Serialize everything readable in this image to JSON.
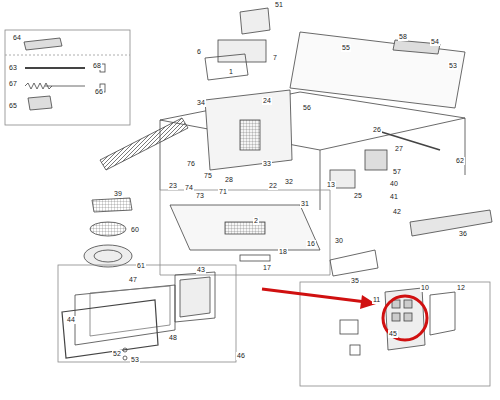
{
  "diagram": {
    "labels": [
      "64",
      "63",
      "68",
      "67",
      "66",
      "65",
      "51",
      "6",
      "7",
      "1",
      "55",
      "58",
      "54",
      "53",
      "34",
      "24",
      "56",
      "26",
      "27",
      "62",
      "33",
      "76",
      "75",
      "74",
      "73",
      "28",
      "71",
      "23",
      "22",
      "32",
      "13",
      "57",
      "40",
      "41",
      "25",
      "31",
      "2",
      "42",
      "36",
      "16",
      "30",
      "17",
      "39",
      "60",
      "61",
      "35",
      "45",
      "10",
      "12",
      "11",
      "18",
      "43",
      "47",
      "44",
      "48",
      "52",
      "53",
      "46"
    ]
  }
}
